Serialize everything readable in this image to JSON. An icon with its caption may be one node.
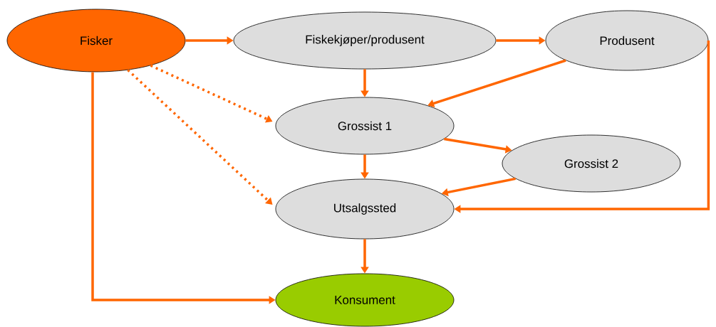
{
  "diagram": {
    "nodes": [
      {
        "text": [
          "Fisker"
        ]
      },
      {
        "text": [
          "Fiskekjøper/produsent"
        ]
      },
      {
        "text": [
          "Produsent"
        ]
      },
      {
        "text": [
          "Grossist 1"
        ]
      },
      {
        "text": [
          "Utsalgssted"
        ]
      },
      {
        "text": [
          "Grossist 2"
        ]
      },
      {
        "text": [
          "Konsument"
        ]
      }
    ],
    "edges": [
      {
        "from": 0,
        "to": 1,
        "arrow": "to"
      },
      {
        "from": 1,
        "to": 2,
        "arrow": "to"
      },
      {
        "from": 1,
        "to": 3,
        "arrow": "to"
      },
      {
        "from": 2,
        "to": 3,
        "arrow": "to"
      },
      {
        "from": 0,
        "to": 3,
        "arrow": "to",
        "style": "dashed"
      },
      {
        "from": 0,
        "to": 4,
        "arrow": "to",
        "style": "dashed"
      },
      {
        "from": 3,
        "to": 5,
        "arrow": "to"
      },
      {
        "from": 3,
        "to": 4,
        "arrow": "to"
      },
      {
        "from": 5,
        "to": 4,
        "arrow": "to"
      },
      {
        "from": 2,
        "to": 4,
        "arrow": "to"
      },
      {
        "from": 4,
        "to": 6,
        "arrow": "to"
      },
      {
        "from": 0,
        "to": 6,
        "arrow": "to"
      }
    ]
  }
}
